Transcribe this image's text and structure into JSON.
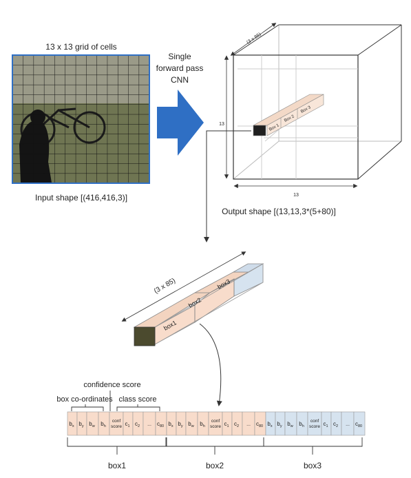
{
  "top": {
    "grid_title": "13 x 13 grid of cells",
    "arrow_label_line1": "Single",
    "arrow_label_line2": "forward pass",
    "arrow_label_line3": "CNN",
    "input_shape": "Input shape [(416,416,3)]",
    "output_shape": "Output shape [(13,13,3*(5+80)]",
    "cube_depth_label": "(3 x 85)",
    "cube_height_label": "13",
    "cube_width_label": "13",
    "mini_boxes": [
      "Box 1",
      "Box 2",
      "Box 3"
    ]
  },
  "middle": {
    "prism_label": "(3 x 85)",
    "boxes": [
      "box1",
      "box2",
      "box3"
    ]
  },
  "bottom": {
    "confidence_label": "confidence score",
    "coords_label": "box co-ordinates",
    "class_label": "class score",
    "group_labels": [
      "box1",
      "box2",
      "box3"
    ],
    "cells": [
      {
        "t": "b",
        "s": "x"
      },
      {
        "t": "b",
        "s": "y"
      },
      {
        "t": "b",
        "s": "w"
      },
      {
        "t": "b",
        "s": "h"
      },
      {
        "t": "conf",
        "t2": "score"
      },
      {
        "t": "c",
        "s": "1"
      },
      {
        "t": "c",
        "s": "2"
      },
      {
        "t": "",
        "s": ""
      },
      {
        "t": "c",
        "s": "80"
      }
    ]
  },
  "colors": {
    "box1": "#f8dccb",
    "box2": "#f8dccb",
    "box3": "#d6e3ef",
    "arrow": "#2f6fc4"
  }
}
